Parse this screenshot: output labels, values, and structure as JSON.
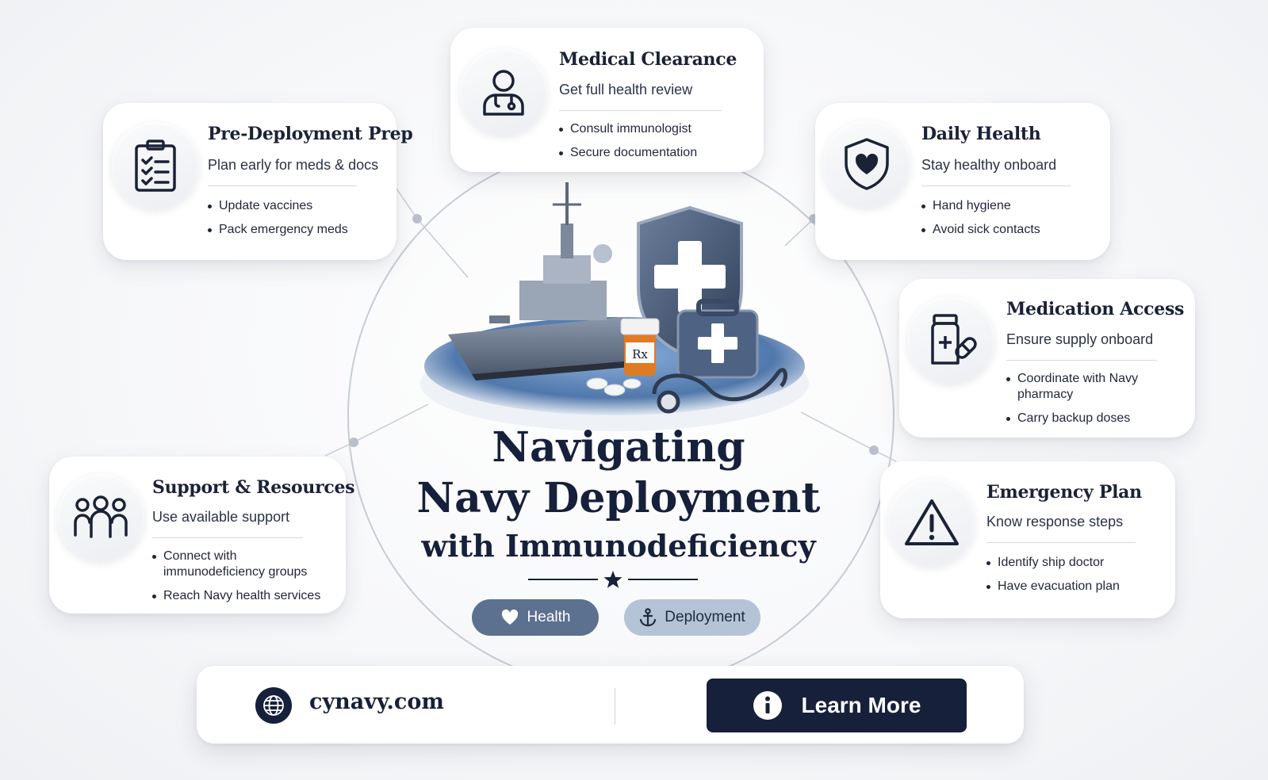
{
  "hero": {
    "title_line1": "Navigating",
    "title_line2": "Navy Deployment",
    "title_line3": "with Immunodeficiency"
  },
  "tags": [
    {
      "label": "Health",
      "icon": "heart-icon"
    },
    {
      "label": "Deployment",
      "icon": "anchor-icon"
    }
  ],
  "cards": {
    "medical": {
      "title": "Medical Clearance",
      "subtitle": "Get full health review",
      "items": [
        "Consult immunologist",
        "Secure documentation"
      ],
      "icon": "doctor-icon"
    },
    "predeploy": {
      "title": "Pre-Deployment Prep",
      "subtitle": "Plan early for meds & docs",
      "items": [
        "Update vaccines",
        "Pack emergency meds"
      ],
      "icon": "clipboard-icon"
    },
    "daily": {
      "title": "Daily Health",
      "subtitle": "Stay healthy onboard",
      "items": [
        "Hand hygiene",
        "Avoid sick contacts"
      ],
      "icon": "shield-heart-icon"
    },
    "medication": {
      "title": "Medication Access",
      "subtitle": "Ensure supply onboard",
      "items": [
        "Coordinate with Navy pharmacy",
        "Carry backup doses"
      ],
      "icon": "medicine-bottle-icon"
    },
    "support": {
      "title": "Support & Resources",
      "subtitle": "Use available support",
      "items": [
        "Connect with immunodeficiency groups",
        "Reach Navy health services"
      ],
      "icon": "people-icon"
    },
    "emergency": {
      "title": "Emergency Plan",
      "subtitle": "Know response steps",
      "items": [
        "Identify ship doctor",
        "Have evacuation plan"
      ],
      "icon": "warning-icon"
    }
  },
  "illustration": {
    "bottle_label": "Rx"
  },
  "footer": {
    "website": "cynavy.com",
    "button_label": "Learn More"
  },
  "colors": {
    "navy": "#16203a",
    "accent": "#5b6f8f",
    "tag_health": "#5c7190",
    "tag_deploy": "#b5c3d6"
  }
}
